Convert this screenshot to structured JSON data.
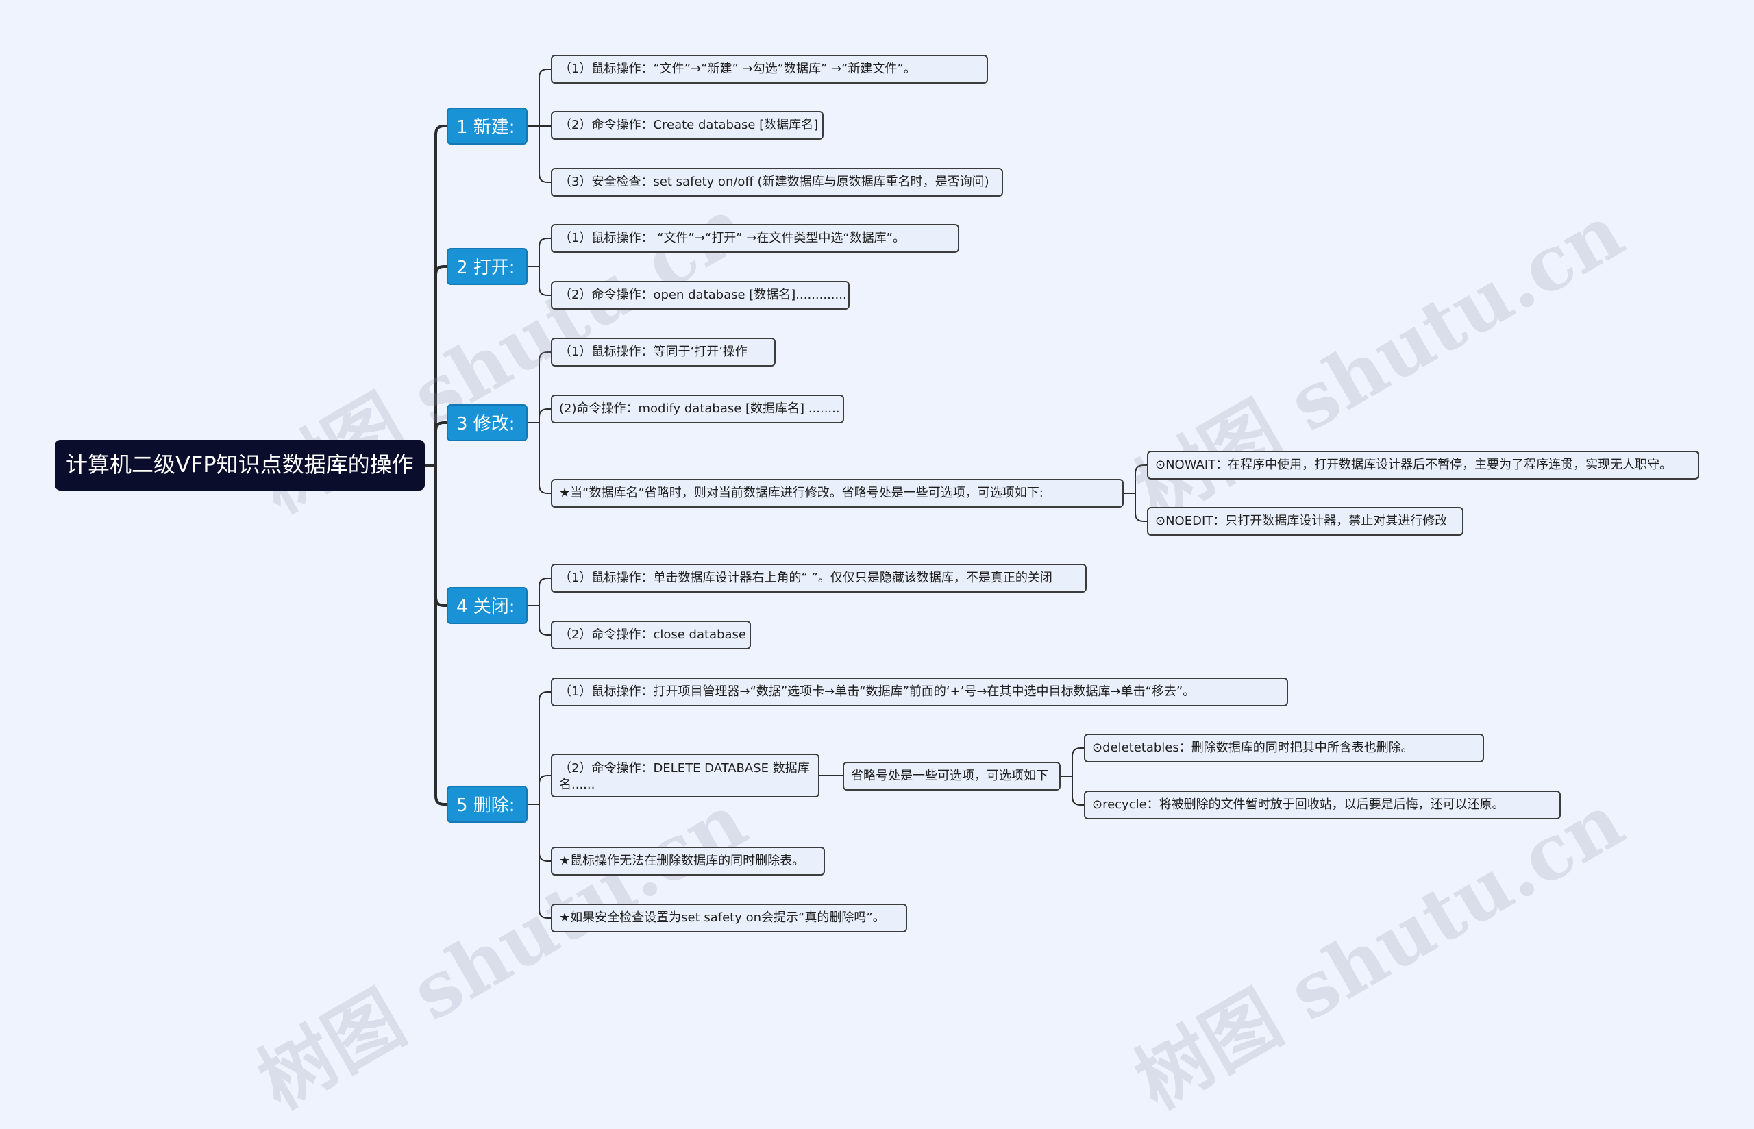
{
  "root": {
    "text": "计算机二级VFP知识点数据库的操作"
  },
  "branches": [
    {
      "label": "1 新建:",
      "items": [
        "（1）鼠标操作：“文件”→“新建” →勾选“数据库” →“新建文件”。",
        "（2）命令操作：Create database [数据库名]",
        "（3）安全检查：set safety on/off (新建数据库与原数据库重名时，是否询问)"
      ]
    },
    {
      "label": "2 打开:",
      "items": [
        "（1）鼠标操作： “文件”→“打开” →在文件类型中选“数据库”。",
        "（2）命令操作：open database [数据名]............."
      ]
    },
    {
      "label": "3 修改:",
      "items": [
        "（1）鼠标操作：等同于‘打开’操作",
        "(2)命令操作：modify database [数据库名] ........",
        "★当“数据库名”省略时，则对当前数据库进行修改。省略号处是一些可选项，可选项如下:"
      ],
      "sub": [
        "⊙NOWAIT：在程序中使用，打开数据库设计器后不暂停，主要为了程序连贯，实现无人职守。",
        "⊙NOEDIT：只打开数据库设计器，禁止对其进行修改"
      ]
    },
    {
      "label": "4 关闭:",
      "items": [
        "（1）鼠标操作：单击数据库设计器右上角的“ ”。仅仅只是隐藏该数据库，不是真正的关闭",
        "（2）命令操作：close database"
      ]
    },
    {
      "label": "5 删除:",
      "items": [
        "（1）鼠标操作：打开项目管理器→“数据”选项卡→单击“数据库”前面的‘+’号→在其中选中目标数据库→单击“移去”。",
        "（2）命令操作：DELETE DATABASE 数据库名......",
        "★鼠标操作无法在删除数据库的同时删除表。",
        "★如果安全检查设置为set safety on会提示“真的删除吗”。"
      ],
      "mid": "省略号处是一些可选项，可选项如下",
      "sub": [
        "⊙deletetables：删除数据库的同时把其中所含表也删除。",
        "⊙recycle：将被删除的文件暂时放于回收站，以后要是后悔，还可以还原。"
      ]
    }
  ],
  "watermark": "树图 shutu.cn",
  "colors": {
    "root": "#0b0d2c",
    "branch": "#1992d6",
    "line": "#2c2c2c",
    "background": "#eef3fd"
  }
}
